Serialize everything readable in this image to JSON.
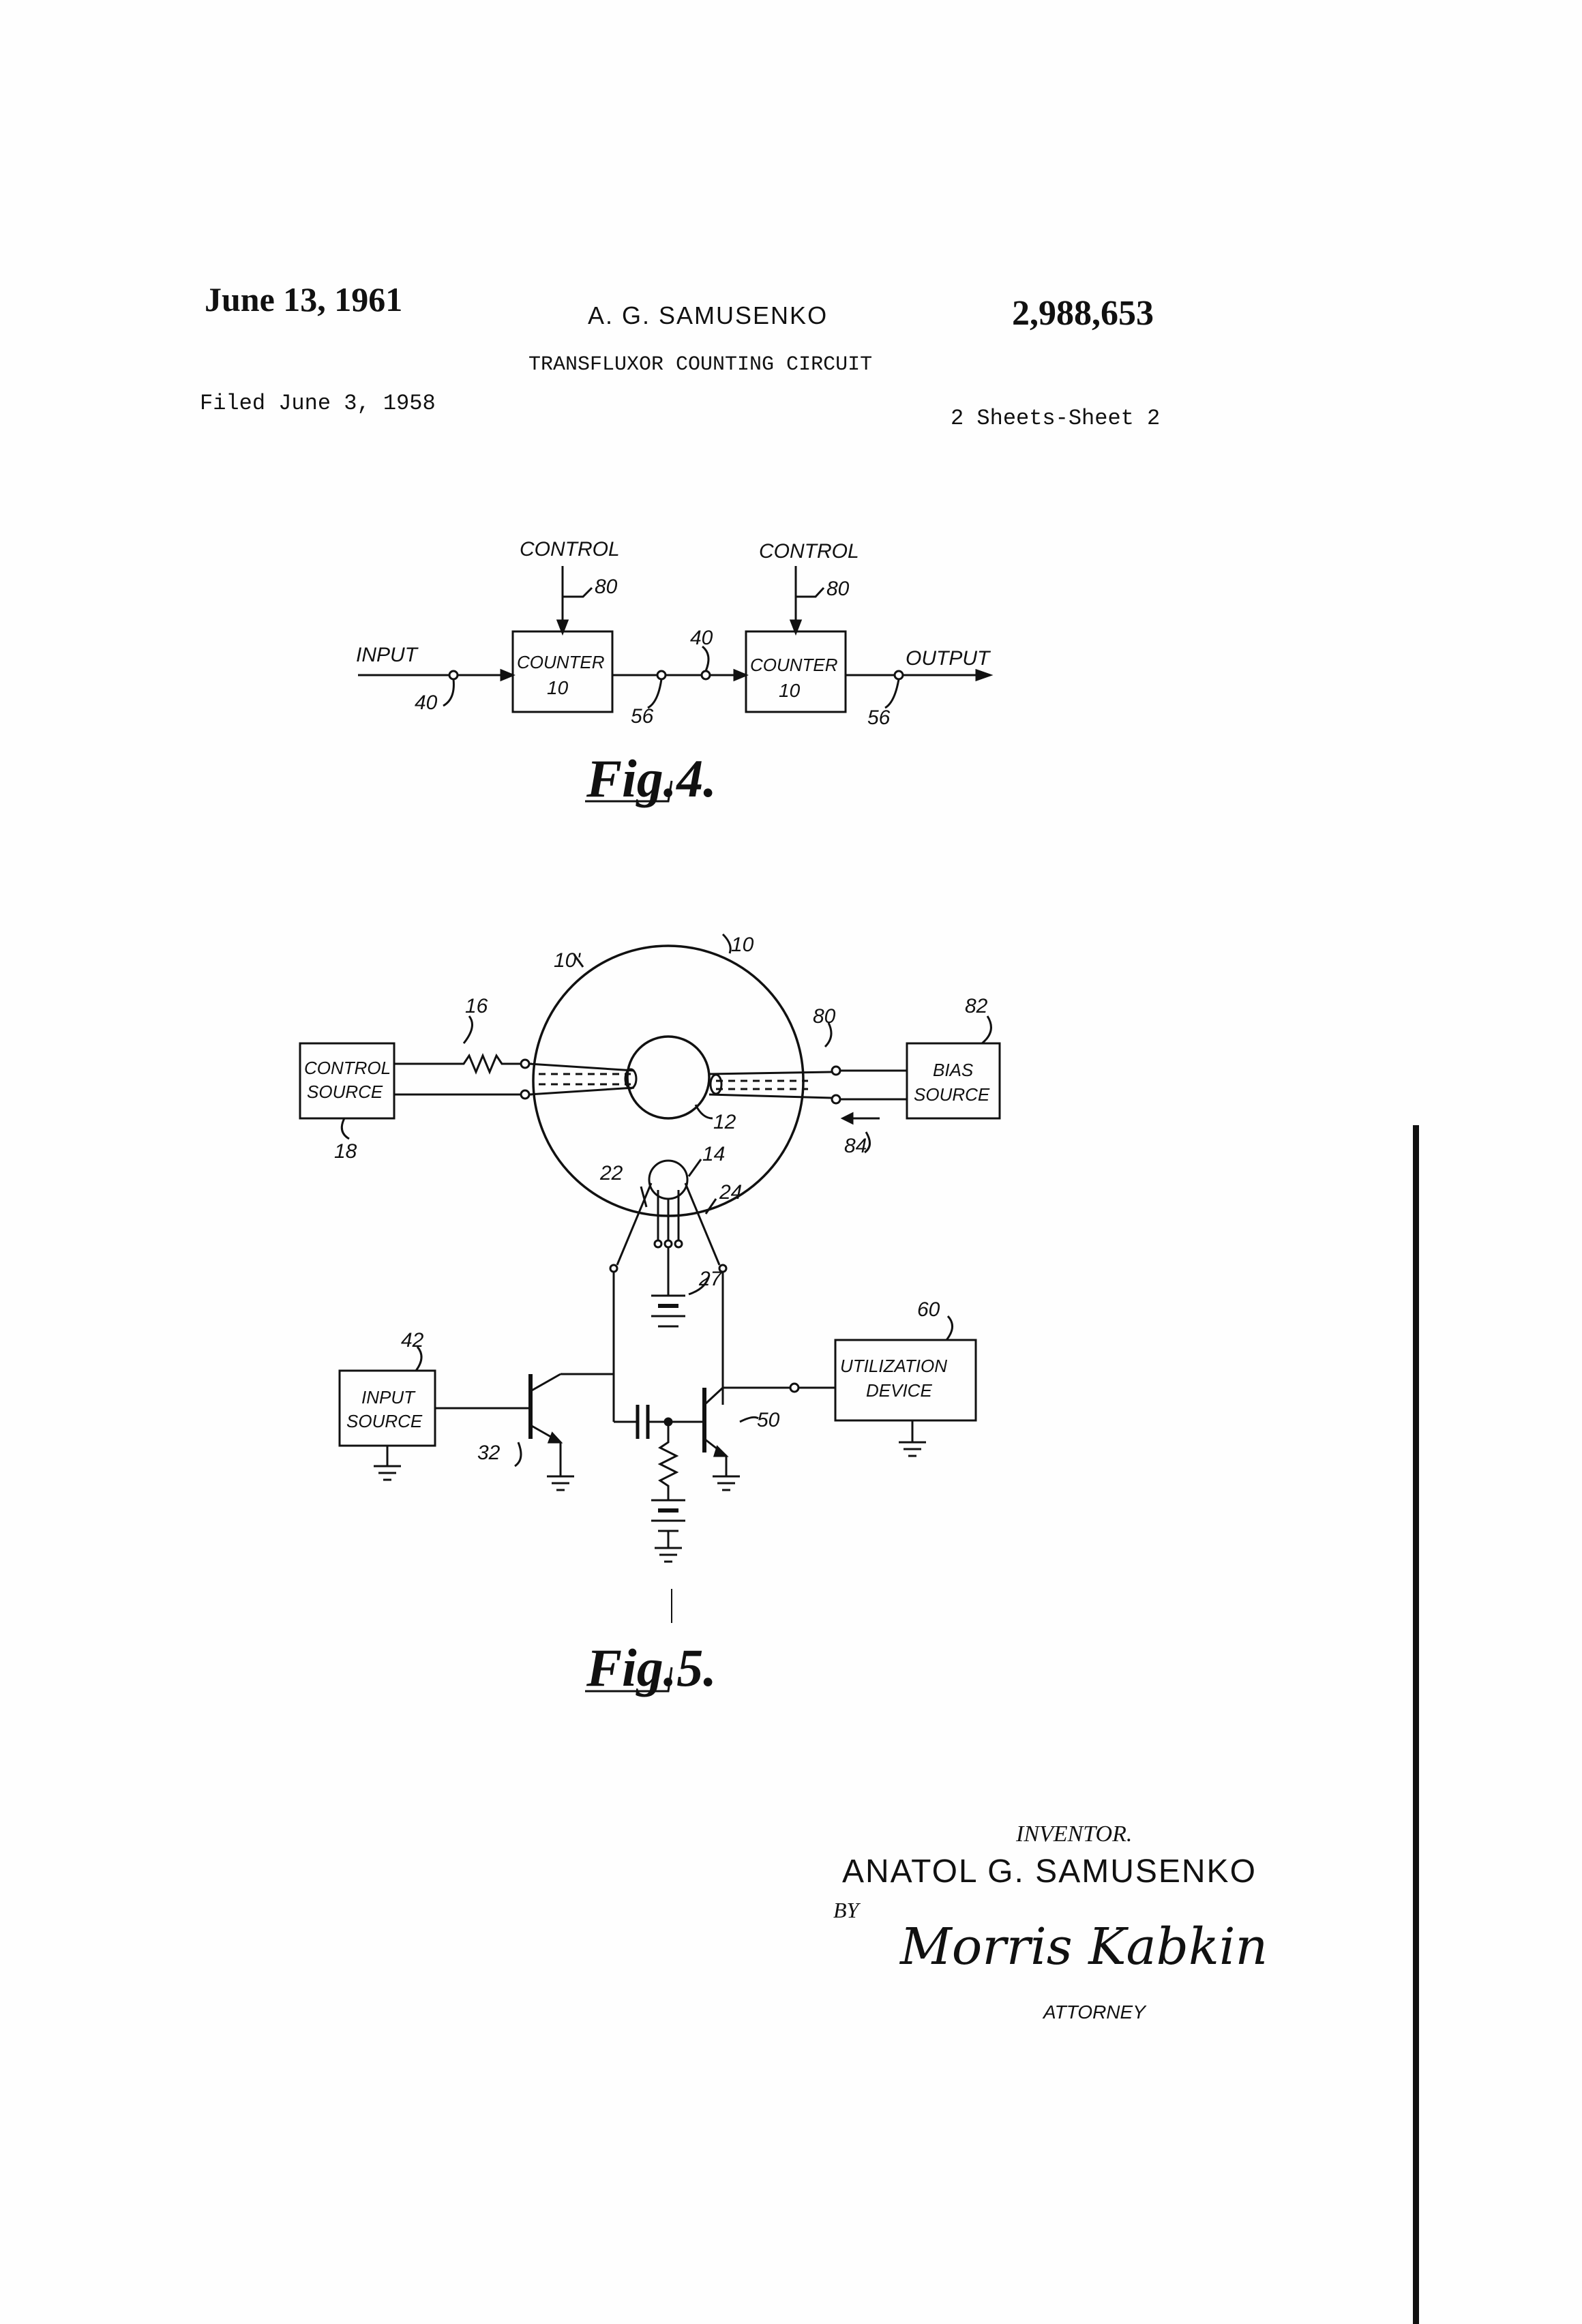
{
  "header": {
    "date": "June 13, 1961",
    "inventor_name": "A. G. SAMUSENKO",
    "patent_number": "2,988,653",
    "title": "TRANSFLUXOR COUNTING CIRCUIT",
    "filed": "Filed June 3, 1958",
    "sheets": "2 Sheets-Sheet 2"
  },
  "fig4": {
    "label": "Fig.4.",
    "control_1": "CONTROL",
    "control_2": "CONTROL",
    "ref_80a": "80",
    "ref_80b": "80",
    "input": "INPUT",
    "output": "OUTPUT",
    "ref_40_in_text": "40",
    "ref_40_mid": "40",
    "counter1_line1": "COUNTER",
    "counter1_line2": "10",
    "counter2_line1": "COUNTER",
    "counter2_line2": "10",
    "ref_56a": "56",
    "ref_56b": "56"
  },
  "fig5": {
    "label": "Fig.5.",
    "ref_10prime": "10'",
    "ref_10": "10",
    "ref_16": "16",
    "ref_80": "80",
    "ref_82": "82",
    "ref_12": "12",
    "ref_84": "84",
    "ref_22": "22",
    "ref_14": "14",
    "ref_24": "24",
    "ref_27": "27",
    "ref_18": "18",
    "ref_60": "60",
    "ref_42": "42",
    "ref_32": "32",
    "ref_50": "50",
    "control_line1": "CONTROL",
    "control_line2": "SOURCE",
    "bias_line1": "BIAS",
    "bias_line2": "SOURCE",
    "input_line1": "INPUT",
    "input_line2": "SOURCE",
    "util_line1": "UTILIZATION",
    "util_line2": "DEVICE"
  },
  "signature": {
    "inventor_label": "INVENTOR.",
    "inventor_full": "ANATOL G. SAMUSENKO",
    "by": "BY",
    "attorney_signature": "Morris Kabkin",
    "attorney_label": "ATTORNEY"
  },
  "colors": {
    "ink": "#111111",
    "paper": "#fefefe"
  }
}
